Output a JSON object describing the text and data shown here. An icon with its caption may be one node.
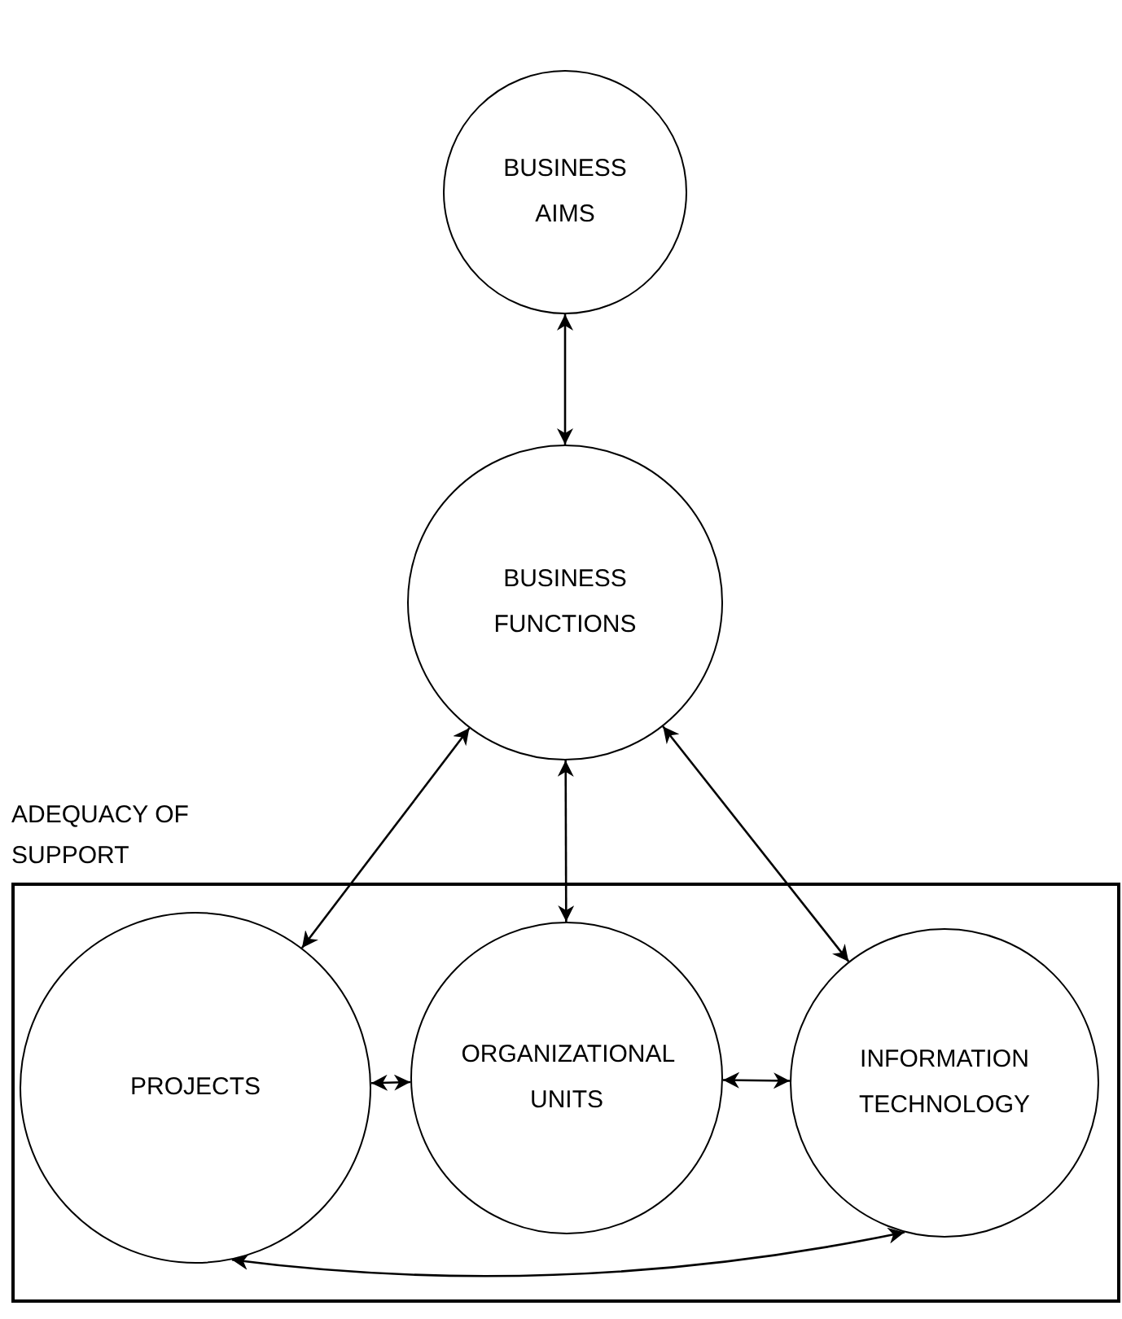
{
  "diagram": {
    "nodes": [
      {
        "text": [
          "BUSINESS AIMS"
        ]
      },
      {
        "text": [
          "BUSINESS FUNCTIONS"
        ]
      },
      {
        "text": [
          "ADEQUACY OF SUPPORT"
        ]
      },
      {
        "text": [
          "PROJECTS"
        ],
        "in": 2
      },
      {
        "text": [
          "ORGANIZATIONAL UNITS"
        ],
        "in": 2
      },
      {
        "text": [
          "INFORMATION TECHNOLOGY"
        ],
        "in": 2
      }
    ],
    "edges": [
      {
        "from": 0,
        "to": 1,
        "arrow": "both"
      },
      {
        "from": 1,
        "to": 3,
        "arrow": "both"
      },
      {
        "from": 1,
        "to": 4,
        "arrow": "both"
      },
      {
        "from": 1,
        "to": 5,
        "arrow": "both"
      },
      {
        "from": 3,
        "to": 4,
        "arrow": "both"
      },
      {
        "from": 4,
        "to": 5,
        "arrow": "both"
      },
      {
        "from": 3,
        "to": 5,
        "arrow": "both"
      }
    ]
  }
}
